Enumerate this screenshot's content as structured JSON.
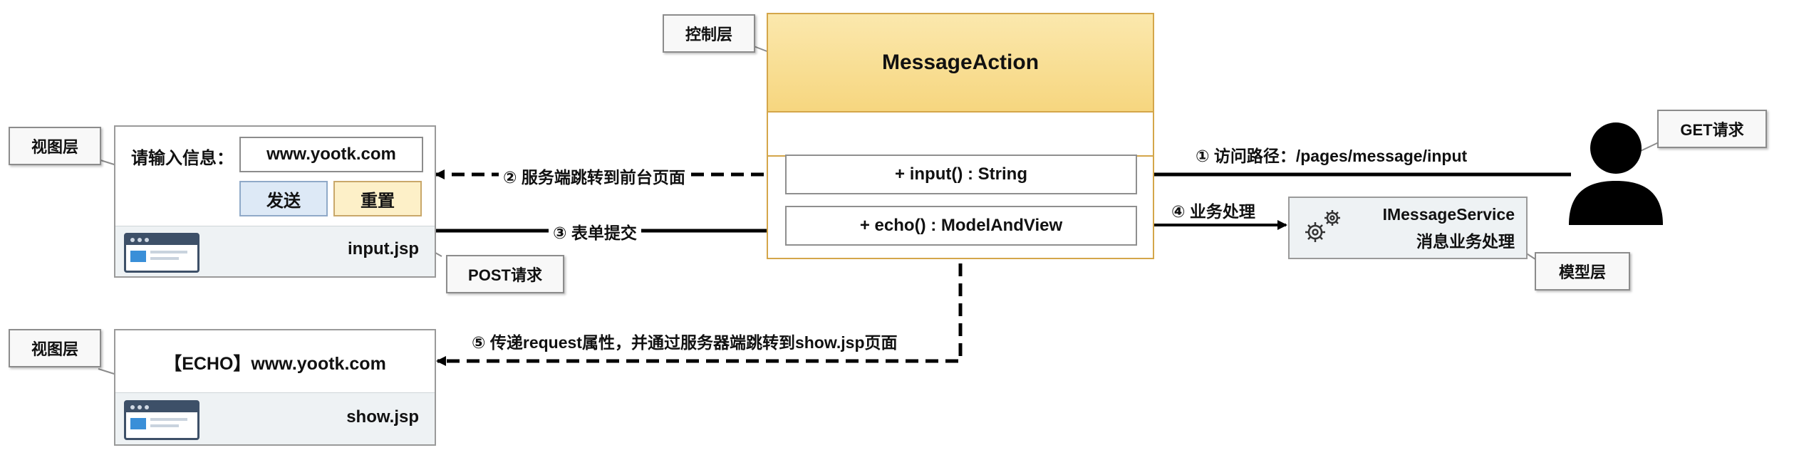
{
  "callouts": {
    "controller_layer": "控制层",
    "view_layer_top": "视图层",
    "view_layer_bottom": "视图层",
    "get_request": "GET请求",
    "post_request": "POST请求",
    "model_layer": "模型层"
  },
  "action_class": {
    "name": "MessageAction",
    "methods": [
      "+ input() : String",
      "+ echo() : ModelAndView"
    ]
  },
  "input_view": {
    "prompt": "请输入信息：",
    "value": "www.yootk.com",
    "send_button": "发送",
    "reset_button": "重置",
    "file": "input.jsp"
  },
  "show_view": {
    "text": "【ECHO】www.yootk.com",
    "file": "show.jsp"
  },
  "service": {
    "name": "IMessageService",
    "desc": "消息业务处理"
  },
  "flows": {
    "step1": "① 访问路径：/pages/message/input",
    "step2": "② 服务端跳转到前台页面",
    "step3": "③ 表单提交",
    "step4": "④ 业务处理",
    "step5": "⑤ 传递request属性，并通过服务器端跳转到show.jsp页面"
  },
  "colors": {
    "class_header": "#f8dc8c",
    "class_border": "#d4a64a",
    "send_button": "#dde9f6",
    "reset_button": "#fdf0c8"
  },
  "icons": [
    "user-icon",
    "gears-icon",
    "browser-icon"
  ]
}
